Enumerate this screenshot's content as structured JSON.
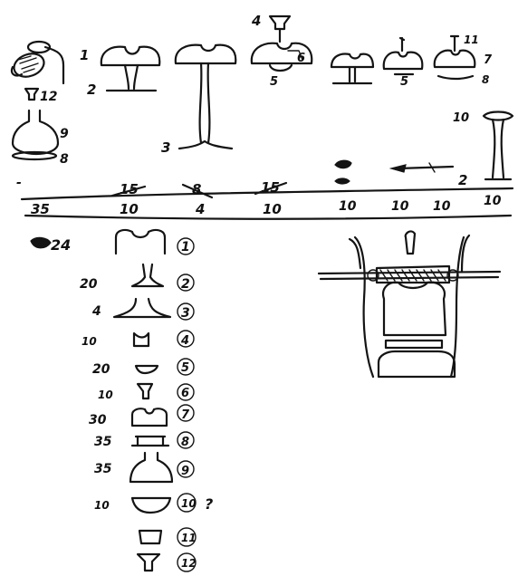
{
  "top_row": {
    "labels": {
      "lamp_left_12": "12",
      "lamp_left_9": "9",
      "lamp_left_8": "8",
      "part_1": "1",
      "part_2": "2",
      "part_3": "3",
      "part_4": "4",
      "part_5": "5",
      "part_6": "6",
      "part_5b": "5",
      "part_11": "11",
      "part_7": "7",
      "part_8b": "8",
      "part_10": "10",
      "part_2b": "2"
    },
    "counts": {
      "dash": "-",
      "c1": "35",
      "c2_struck": "15",
      "c2": "10",
      "c3_struck": "8",
      "c3": "4",
      "c4_struck": "15",
      "c4": "10",
      "c5": "10",
      "c6": "10",
      "c7": "10",
      "c8": "10"
    }
  },
  "parts_list": [
    {
      "qty": "24",
      "num": "1",
      "struck_qty": true
    },
    {
      "qty": "20",
      "num": "2"
    },
    {
      "qty": "4",
      "num": "3"
    },
    {
      "qty": "10",
      "num": "4"
    },
    {
      "qty": "20",
      "num": "5"
    },
    {
      "qty": "10",
      "num": "6"
    },
    {
      "qty": "30",
      "num": "7"
    },
    {
      "qty": "35",
      "num": "8"
    },
    {
      "qty": "35",
      "num": "9"
    },
    {
      "qty": "10",
      "num": "10",
      "note": "?"
    },
    {
      "qty": "",
      "num": "11"
    },
    {
      "qty": "",
      "num": "12"
    }
  ],
  "colors": {
    "ink": "#141414",
    "paper": "#ffffff"
  }
}
